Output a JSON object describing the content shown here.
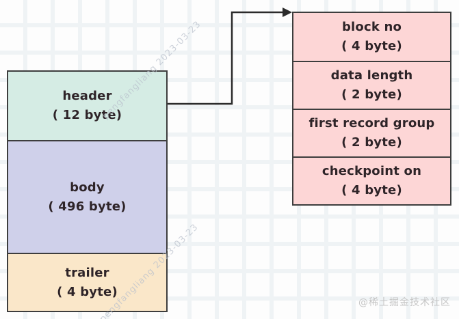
{
  "diagram": {
    "left_column": {
      "blocks": [
        {
          "label": "header",
          "size": "( 12 byte)"
        },
        {
          "label": "body",
          "size": "( 496 byte)"
        },
        {
          "label": "trailer",
          "size": "( 4 byte)"
        }
      ]
    },
    "right_column": {
      "blocks": [
        {
          "label": "block no",
          "size": "( 4 byte)"
        },
        {
          "label": "data length",
          "size": "( 2 byte)"
        },
        {
          "label": "first record group",
          "size": "( 2 byte)"
        },
        {
          "label": "checkpoint on",
          "size": "( 4 byte)"
        }
      ]
    },
    "connector": {
      "from": "header",
      "to": "block no"
    }
  },
  "watermarks": {
    "diagonal": "pengfangliang 2023-03-23",
    "credit": "@稀土掘金技术社区"
  },
  "colors": {
    "background": "#fdfdfd",
    "grid_line": "#eff3f5",
    "border": "#3d3d3d",
    "arrow": "#2b2b2b",
    "text": "#2e2428",
    "header_fill": "#d5ece4",
    "body_fill": "#cfd0ea",
    "trailer_fill": "#fae7c9",
    "field_fill": "#fdd6d6",
    "watermark": "#b9c0cc",
    "credit": "#c6c6c6"
  }
}
